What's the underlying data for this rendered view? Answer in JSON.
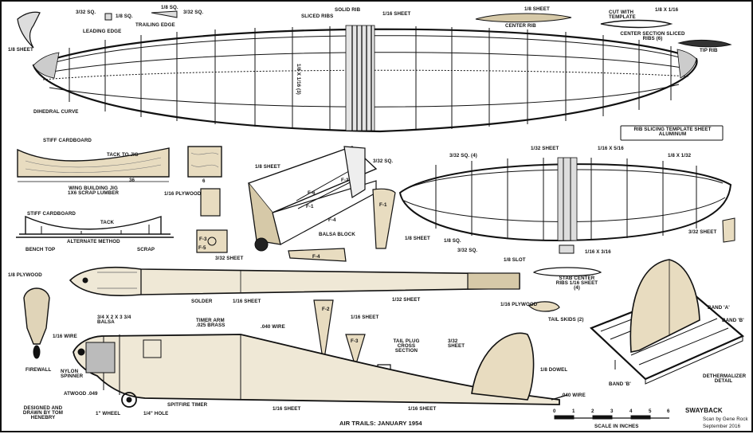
{
  "plan": {
    "name": "SWAYBACK",
    "credit": "AIR TRAILS: JANUARY 1954",
    "designer": "DESIGNED AND DRAWN BY TOM HENEBRY",
    "scan": "Scan by Gene Rock",
    "scan_date": "September 2016",
    "scale_label": "SCALE IN INCHES",
    "scale_ticks": [
      "0",
      "1",
      "2",
      "3",
      "4",
      "5",
      "6"
    ]
  },
  "labels": {
    "sheet_1_8_top": "1/8 SHEET",
    "sq_3_32": "3/32 SQ.",
    "sq_1_8_le": "1/8 SQ.",
    "leading_edge": "LEADING EDGE",
    "sq_1_8_te": "1/8 SQ.",
    "sq_3_32_te": "3/32 SQ.",
    "trailing_edge": "TRAILING EDGE",
    "sliced_ribs": "SLICED RIBS",
    "solid_rib": "SOLID RIB",
    "sheet_1_16_top": "1/16 SHEET",
    "sheet_1_8_cr": "1/8 SHEET",
    "center_rib": "CENTER RIB",
    "cut_with_template": "CUT WITH TEMPLATE",
    "strip_1_8x1_16": "1/8 X 1/16",
    "center_section_ribs": "CENTER SECTION SLICED RIBS (6)",
    "tip_rib": "TIP RIB",
    "spar_vertical": "1/8 X 1/16 (3)",
    "dihedral_curve": "DIHEDRAL CURVE",
    "rib_template": "RIB SLICING TEMPLATE SHEET ALUMINUM",
    "stiff_cardboard": "STIFF CARDBOARD",
    "tack_to_jig": "TACK TO JIG",
    "jig_caption": "WING BUILDING JIG 1X6 SCRAP LUMBER",
    "dim_36": "36",
    "dim_6": "6",
    "plywood_1_16": "1/16 PLYWOOD",
    "stiff_cardboard_2": "STIFF CARDBOARD",
    "tack": "TACK",
    "alternate_method": "ALTERNATE METHOD",
    "bench_top": "BENCH TOP",
    "scrap": "SCRAP",
    "f3": "F-3",
    "f5": "F-5",
    "sheet_3_32": "3/32 SHEET",
    "sheet_1_8_fus": "1/8 SHEET",
    "f2": "F-2",
    "sq_3_32_fus": "3/32 SQ.",
    "f6": "F-6",
    "f1": "F-1",
    "f4": "F-4",
    "balsa_block": "BALSA BLOCK",
    "f1_part": "F-1",
    "sheet_1_8_f1": "1/8 SHEET",
    "f4_part": "F-4",
    "sheet_1_32": "1/32 SHEET",
    "strip_1_16x5_16": "1/16 X 5/16",
    "strip_1_8x1_32": "1/8 X 1/32",
    "sq_3_32_4": "3/32 SQ. (4)",
    "sheet_3_32_tip": "3/32 SHEET",
    "sq_1_8_stab": "1/8 SQ.",
    "sq_3_32_stab": "3/32 SQ.",
    "strip_1_16x3_16": "1/16 X 3/16",
    "slot_1_8": "1/8 SLOT",
    "stab_center_ribs": "STAB CENTER RIBS 1/16 SHEET (4)",
    "plywood_1_8": "1/8 PLYWOOD",
    "sheet_1_16_top_view": "1/16 SHEET",
    "sheet_1_32_top_view": "1/32 SHEET",
    "solder": "SOLDER",
    "balsa_block_dims": "3/4 X 2 X 3 3/4 BALSA",
    "timer_arm": "TIMER ARM .025 BRASS",
    "wire_040": ".040 WIRE",
    "wire_1_16": "1/16 WIRE",
    "firewall": "FIREWALL",
    "nylon_spinner": "NYLON SPINNER",
    "atwood": "ATWOOD .049",
    "wheel": "1\" WHEEL",
    "hole": "1/4\" HOLE",
    "spitfire_timer": "SPITFIRE TIMER",
    "f2_part": "F-2",
    "sheet_1_16_f": "1/16 SHEET",
    "f3_part": "F-3",
    "tail_plug": "TAIL PLUG CROSS SECTION",
    "sheet_3_32_fin": "3/32 SHEET",
    "sheet_1_16_side": "1/16 SHEET",
    "dowel_1_8": "1/8 DOWEL",
    "wire_040_tail": ".040 WIRE",
    "plywood_1_16_skid": "1/16 PLYWOOD",
    "tail_skids": "TAIL SKIDS (2)",
    "band_a": "BAND 'A'",
    "band_b": "BAND 'B'",
    "band_b2": "BAND 'B'",
    "dethermalizer": "DETHERMALIZER DETAIL"
  }
}
